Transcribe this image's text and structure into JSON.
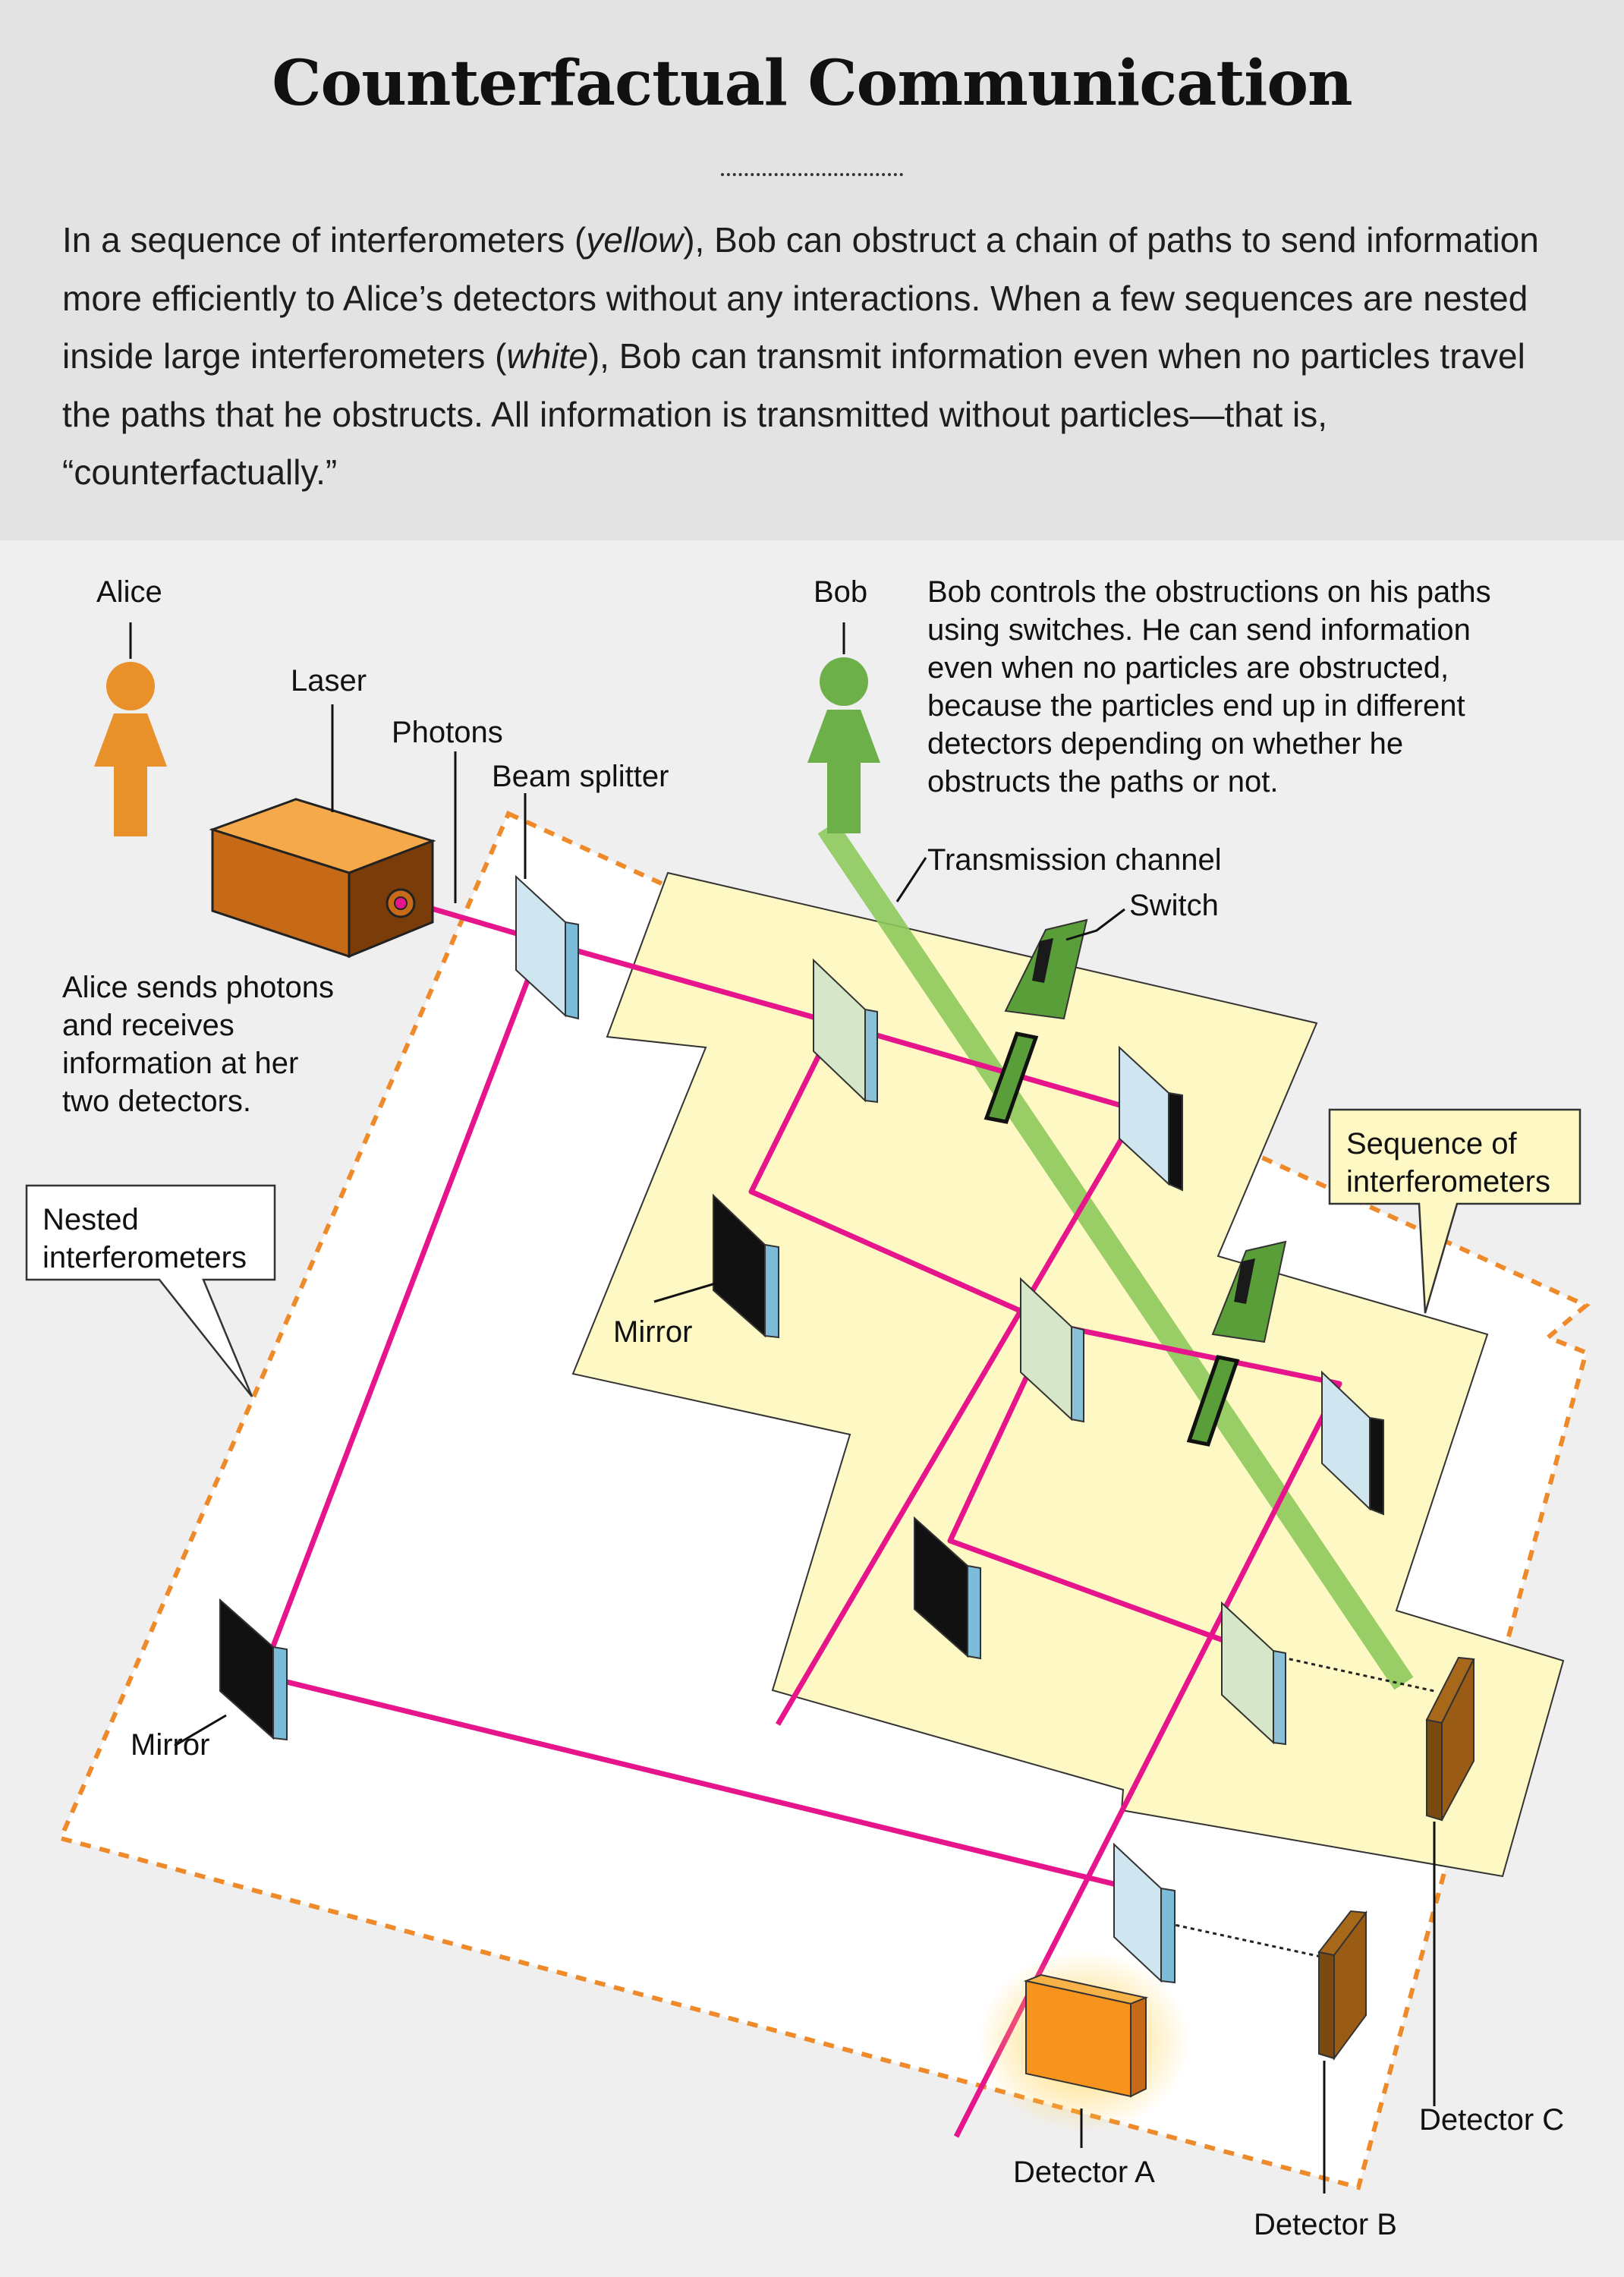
{
  "title": "Counterfactual Communication",
  "intro": {
    "p1": "In a sequence of interferometers (",
    "em1": "yellow",
    "p2": "), Bob can obstruct a chain of paths to send information more efficiently to Alice’s detectors without any interactions. When a few sequences are nested inside large interferometers (",
    "em2": "white",
    "p3": "), Bob can transmit information even when no particles travel the paths that he obstructs. All information is transmitted without particles—that is, “counterfactually.”"
  },
  "labels": {
    "alice": "Alice",
    "bob": "Bob",
    "laser": "Laser",
    "photons": "Photons",
    "beam_splitter": "Beam splitter",
    "transmission_channel": "Transmission channel",
    "switch": "Switch",
    "mirror_1": "Mirror",
    "mirror_2": "Mirror",
    "detector_a": "Detector A",
    "detector_b": "Detector B",
    "detector_c": "Detector C"
  },
  "notes": {
    "bob_1": "Bob controls the obstructions on his paths",
    "bob_2": "using switches. He can send information",
    "bob_3": "even when no particles are obstructed,",
    "bob_4": "because the particles end up in different",
    "bob_5": "detectors depending on whether he",
    "bob_6": "obstructs the paths or not.",
    "alice_1": "Alice sends photons",
    "alice_2": "and receives",
    "alice_3": "information at her",
    "alice_4": "two detectors."
  },
  "callouts": {
    "nested_1": "Nested",
    "nested_2": "interferometers",
    "sequence_1": "Sequence of",
    "sequence_2": "interferometers"
  },
  "colors": {
    "alice": "#e8902a",
    "bob": "#6db04a",
    "beam": "#e6158c",
    "channel": "#8ec95c",
    "yellow_region": "#fef8c4",
    "dashed_border": "#ee8a2a",
    "detector_a": "#f7941d",
    "detector_bc": "#7a4a10",
    "laser": "#d1802a"
  }
}
